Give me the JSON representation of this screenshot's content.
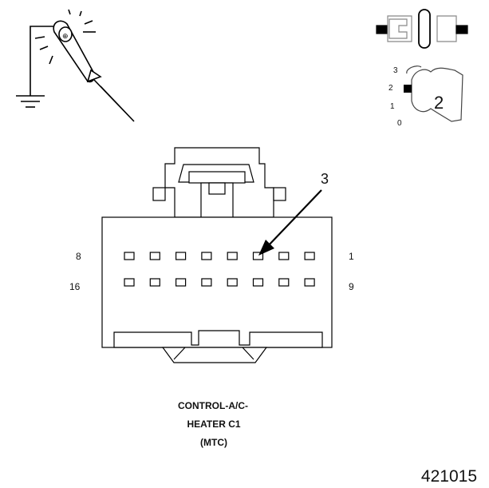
{
  "connector": {
    "caption_lines": [
      "CONTROL-A/C-",
      "HEATER C1",
      "(MTC)"
    ],
    "pin_labels": {
      "top_left": "8",
      "top_right": "1",
      "bottom_left": "16",
      "bottom_right": "9"
    },
    "callout_number": "3"
  },
  "ignition_key": {
    "positions": [
      "3",
      "2",
      "1",
      "0"
    ],
    "selected_position": "2"
  },
  "figure_id": "421015",
  "icons": [
    "test-light-probe-icon",
    "ground-symbol-icon",
    "disconnected-connector-icon",
    "ignition-key-icon"
  ]
}
